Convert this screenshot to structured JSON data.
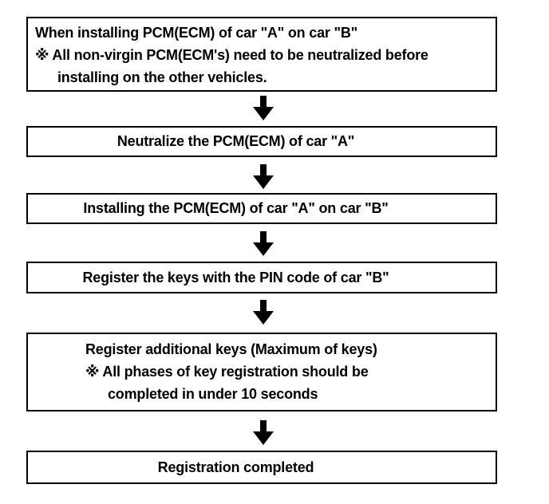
{
  "diagram": {
    "type": "flowchart",
    "colors": {
      "ink": "#000000",
      "paper": "#ffffff"
    },
    "connector_icon": "down-arrow",
    "boxes": [
      {
        "name": "when-installing-note",
        "lines": [
          "When installing PCM(ECM) of car \"A\" on car \"B\"",
          "※ All non-virgin PCM(ECM's) need to be neutralized before",
          "installing on the other vehicles."
        ]
      },
      {
        "name": "neutralize-step",
        "lines": [
          "Neutralize the PCM(ECM) of car \"A\""
        ]
      },
      {
        "name": "install-step",
        "lines": [
          "Installing the PCM(ECM) of car \"A\" on car \"B\""
        ]
      },
      {
        "name": "register-keys-step",
        "lines": [
          "Register the keys with the PIN code of car \"B\""
        ]
      },
      {
        "name": "register-additional-keys-step",
        "lines": [
          "Register additional keys (Maximum of keys)",
          "※ All phases of key registration should be",
          "completed in under 10 seconds"
        ]
      },
      {
        "name": "registration-completed-step",
        "lines": [
          "Registration completed"
        ]
      }
    ]
  }
}
